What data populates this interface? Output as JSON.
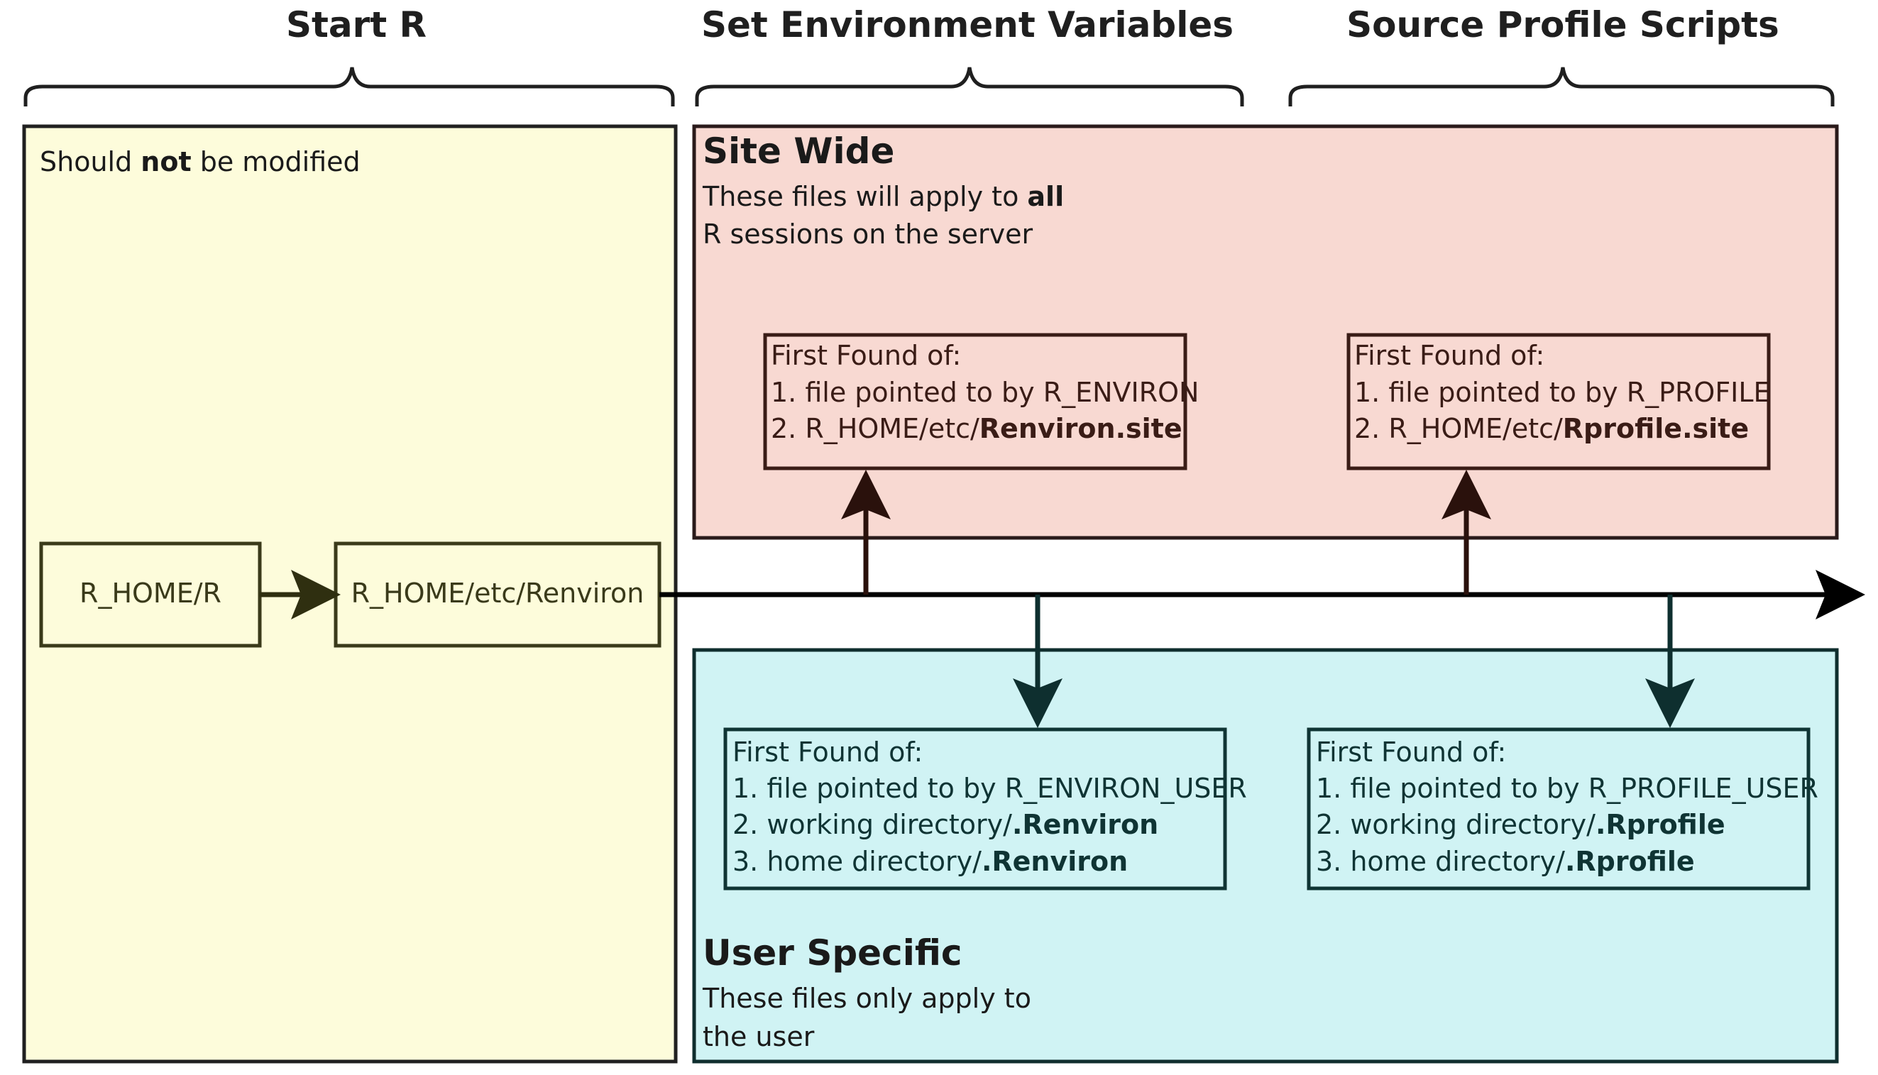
{
  "headers": {
    "start_r": "Start R",
    "set_env": "Set Environment Variables",
    "source_profile": "Source Profile Scripts"
  },
  "start_panel": {
    "note_prefix": "Should ",
    "note_bold": "not",
    "note_suffix": " be modified",
    "box1": "R_HOME/R",
    "box2": "R_HOME/etc/Renviron"
  },
  "site_wide": {
    "title": "Site Wide",
    "desc_line1_prefix": "These files will apply to ",
    "desc_line1_bold": "all",
    "desc_line2": "R sessions on the server",
    "env_box": {
      "line1": "First Found of:",
      "line2": "1. file pointed to by R_ENVIRON",
      "line3_prefix": "2. R_HOME/etc/",
      "line3_bold": "Renviron.site"
    },
    "profile_box": {
      "line1": "First Found of:",
      "line2": "1. file pointed to by R_PROFILE",
      "line3_prefix": "2. R_HOME/etc/",
      "line3_bold": "Rprofile.site"
    }
  },
  "user_specific": {
    "title": "User Specific",
    "desc_line1": "These files only apply to",
    "desc_line2": "the user",
    "env_box": {
      "line1": "First Found of:",
      "line2": "1. file pointed to by R_ENVIRON_USER",
      "line3_prefix": "2. working directory/",
      "line3_bold": ".Renviron",
      "line4_prefix": "3. home directory/",
      "line4_bold": ".Renviron"
    },
    "profile_box": {
      "line1": "First Found of:",
      "line2": "1. file pointed to by R_PROFILE_USER",
      "line3_prefix": "2. working directory/",
      "line3_bold": ".Rprofile",
      "line4_prefix": "3. home directory/",
      "line4_bold": ".Rprofile"
    }
  },
  "colors": {
    "start_panel": "#fdfcdb",
    "site_wide_panel": "#f8d9d2",
    "user_specific_panel": "#d0f3f4"
  }
}
